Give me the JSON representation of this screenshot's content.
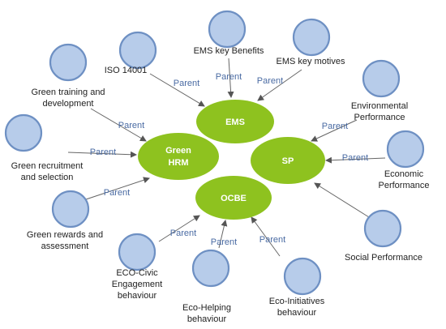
{
  "colors": {
    "hub_fill": "#8ec21f",
    "hub_text": "#ffffff",
    "node_fill": "#b7ccea",
    "node_stroke": "#6e90c3",
    "edge_line": "#666666",
    "edge_label": "#4a6ba3",
    "node_label": "#222222"
  },
  "edge_label": "Parent",
  "hubs": [
    {
      "id": "ems",
      "label": "EMS"
    },
    {
      "id": "green-hrm",
      "label": "Green HRM"
    },
    {
      "id": "sp",
      "label": "SP"
    },
    {
      "id": "ocbe",
      "label": "OCBE"
    }
  ],
  "nodes": [
    {
      "id": "iso-14001",
      "label": "ISO 14001",
      "hub": "ems"
    },
    {
      "id": "ems-key-benefits",
      "label": "EMS key Benefits",
      "hub": "ems"
    },
    {
      "id": "ems-key-motives",
      "label": "EMS key motives",
      "hub": "ems"
    },
    {
      "id": "green-training",
      "label": "Green training and development",
      "hub": "green-hrm"
    },
    {
      "id": "green-recruitment",
      "label": "Green recruitment and selection",
      "hub": "green-hrm"
    },
    {
      "id": "green-rewards",
      "label": "Green rewards and assessment",
      "hub": "green-hrm"
    },
    {
      "id": "environmental-performance",
      "label": "Environmental Performance",
      "hub": "sp"
    },
    {
      "id": "economic-performance",
      "label": "Economic Performance",
      "hub": "sp"
    },
    {
      "id": "social-performance",
      "label": "Social Performance",
      "hub": "sp"
    },
    {
      "id": "eco-civic",
      "label": "ECO-Civic Engagement behaviour",
      "hub": "ocbe"
    },
    {
      "id": "eco-helping",
      "label": "Eco-Helping behaviour",
      "hub": "ocbe"
    },
    {
      "id": "eco-initiatives",
      "label": "Eco-Initiatives behaviour",
      "hub": "ocbe"
    }
  ]
}
